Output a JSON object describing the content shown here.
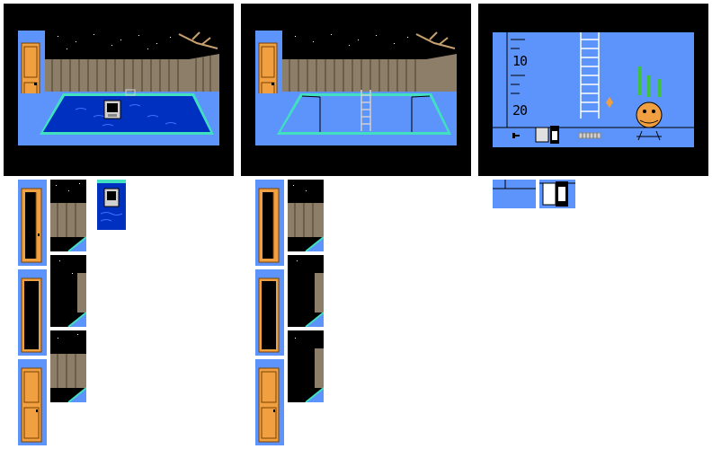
{
  "scenes": [
    {
      "name": "pool-filled",
      "pool_state": "filled"
    },
    {
      "name": "pool-drained",
      "pool_state": "drained"
    },
    {
      "name": "pool-bottom"
    }
  ],
  "depth_gauge": {
    "labels": [
      "10",
      "20"
    ]
  },
  "colors": {
    "sky": "#000000",
    "wall_blue": "#5c94fc",
    "water": "#0030c0",
    "door": "#f0a040",
    "fence": "#8c7e68",
    "tile_edge": "#40e0c0"
  },
  "icons": [
    "door-icon",
    "ladder-icon",
    "lamp-icon",
    "tiger-statue-icon",
    "drain-grate-icon",
    "tv-set-icon",
    "candle-icon",
    "key-icon"
  ]
}
